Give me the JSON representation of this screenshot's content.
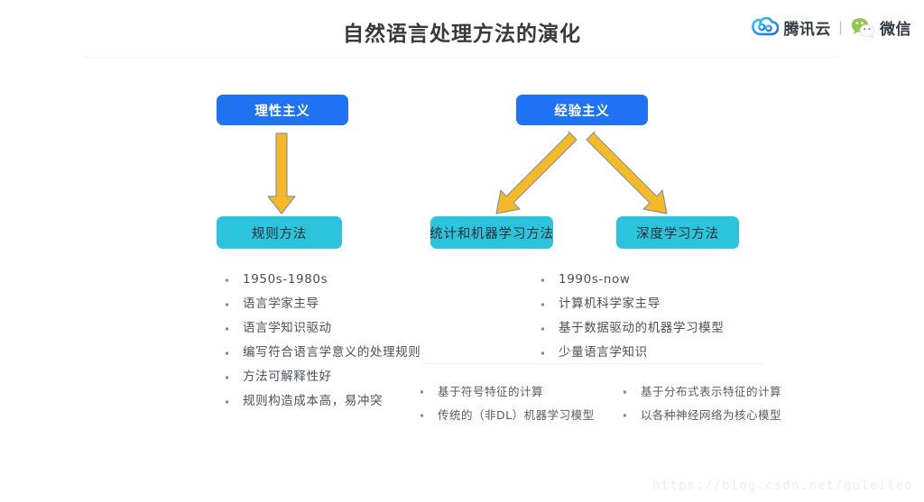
{
  "header": {
    "title": "自然语言处理方法的演化",
    "separator": "|",
    "brands": [
      {
        "icon": "tencent-cloud-icon",
        "label": "腾讯云"
      },
      {
        "icon": "wechat-icon",
        "label": "微信"
      }
    ]
  },
  "colors": {
    "box_blue": "#1F72F2",
    "box_cyan": "#2CC3DC",
    "arrow_fill": "#F5B826",
    "arrow_stroke": "#8E9298",
    "title_text": "#3A3A3A",
    "body_text": "#4A5058",
    "watermark": "#ECEEF0"
  },
  "diagram": {
    "nodes": {
      "rationalism": {
        "label": "理性主义",
        "style": "blue"
      },
      "empiricism": {
        "label": "经验主义",
        "style": "blue"
      },
      "rule_method": {
        "label": "规则方法",
        "style": "cyan"
      },
      "statistical_ml": {
        "label": "统计和机器学习方法",
        "style": "cyan"
      },
      "deep_learning": {
        "label": "深度学习方法",
        "style": "cyan"
      }
    },
    "edges": [
      {
        "from": "rationalism",
        "to": "rule_method",
        "direction": "down"
      },
      {
        "from": "empiricism",
        "to": "statistical_ml",
        "direction": "down-left"
      },
      {
        "from": "empiricism",
        "to": "deep_learning",
        "direction": "down-right"
      }
    ]
  },
  "lists": {
    "rule_method": [
      "1950s-1980s",
      "语言学家主导",
      "语言学知识驱动",
      "编写符合语言学意义的处理规则",
      "方法可解释性好",
      "规则构造成本高，易冲突"
    ],
    "empirical": [
      "1990s-now",
      "计算机科学家主导",
      "基于数据驱动的机器学习模型",
      "少量语言学知识"
    ],
    "statistical_ml": [
      "基于符号特征的计算",
      "传统的（非DL）机器学习模型"
    ],
    "deep_learning": [
      "基于分布式表示特征的计算",
      "以各种神经网络为核心模型"
    ]
  },
  "watermark": "https://blog.csdn.net/guleileo"
}
